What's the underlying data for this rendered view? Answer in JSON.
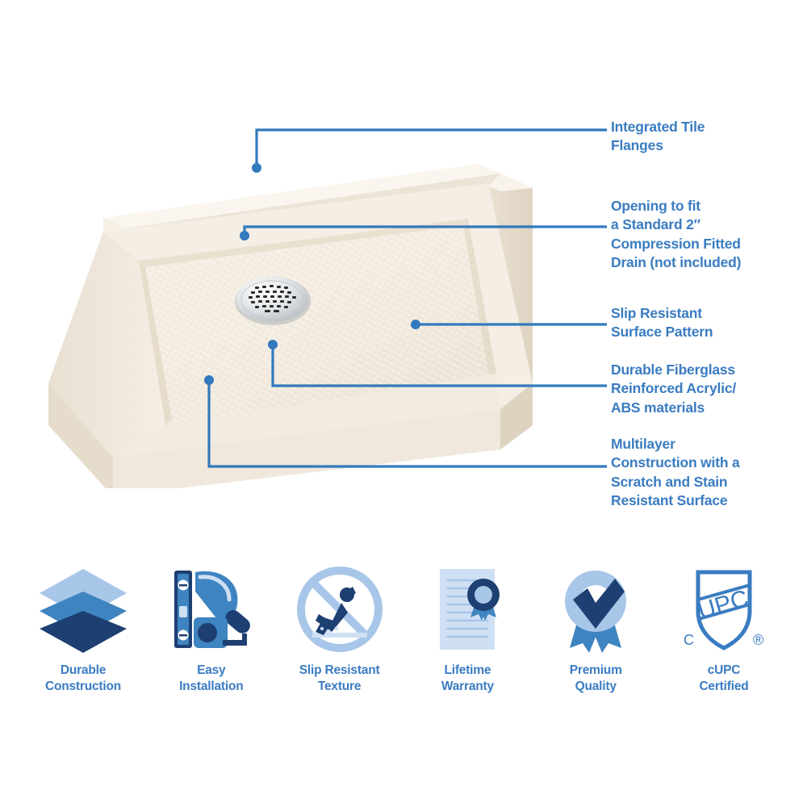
{
  "theme": {
    "accent_blue": "#3a7cc1",
    "line_blue": "#3279bd",
    "navy": "#1d3f72",
    "mid_blue": "#3e84c0",
    "light_blue": "#a8c6e8",
    "pale_blue": "#cfe0f4",
    "product_cream": "#f3ece0",
    "background": "#ffffff"
  },
  "product": {
    "name": "shower-base-tray",
    "color_name": "biscuit",
    "drain": "chrome-round-drain"
  },
  "callouts": [
    {
      "id": "integrated-tile-flanges",
      "text": "Integrated Tile\nFlanges"
    },
    {
      "id": "drain-opening",
      "text": "Opening to fit\na Standard 2″\nCompression Fitted\nDrain (not included)"
    },
    {
      "id": "slip-resistant-surface",
      "text": "Slip Resistant\nSurface Pattern"
    },
    {
      "id": "durable-materials",
      "text": "Durable Fiberglass\nReinforced Acrylic/\nABS materials"
    },
    {
      "id": "multilayer-construction",
      "text": "Multilayer\nConstruction with a\nScratch and Stain\nResistant Surface"
    }
  ],
  "features": [
    {
      "id": "durable-construction",
      "icon": "layers-icon",
      "label": "Durable\nConstruction"
    },
    {
      "id": "easy-installation",
      "icon": "tools-icon",
      "label": "Easy\nInstallation"
    },
    {
      "id": "slip-resistant",
      "icon": "no-slip-icon",
      "label": "Slip Resistant\nTexture"
    },
    {
      "id": "lifetime-warranty",
      "icon": "certificate-icon",
      "label": "Lifetime\nWarranty"
    },
    {
      "id": "premium-quality",
      "icon": "award-check-icon",
      "label": "Premium\nQuality"
    },
    {
      "id": "cupc-certified",
      "icon": "upc-shield-icon",
      "label": "cUPC\nCertified"
    }
  ],
  "upc_badge": {
    "mark": "UPC",
    "prefix": "C",
    "registered": "®"
  }
}
